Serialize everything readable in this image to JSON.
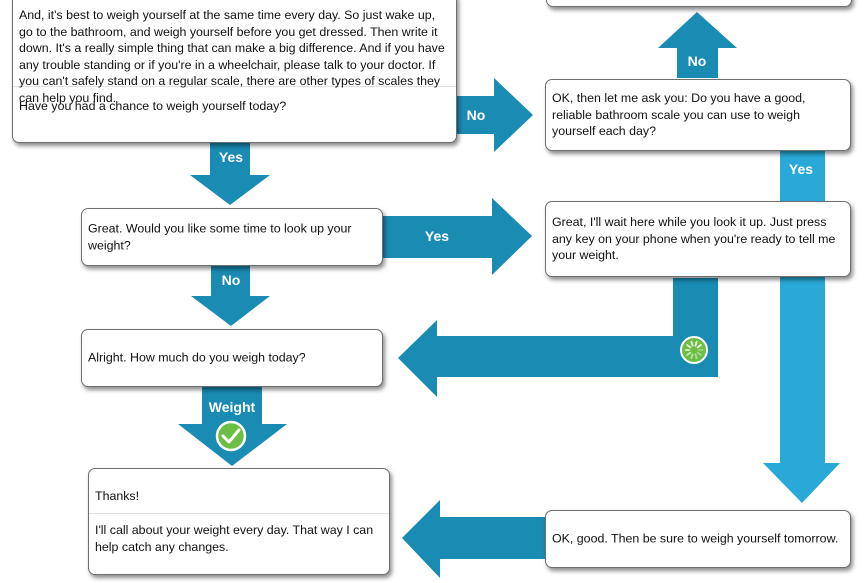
{
  "colors": {
    "arrow": "#1a8bb3",
    "arrow_light": "#29a9d8",
    "box_border": "#6f6f6f",
    "check_badge": "#6cbe45"
  },
  "boxes": {
    "intro_text": "And, it's best to weigh yourself at the same time every day. So just wake up, go to the bathroom, and weigh yourself before you get dressed. Then write it down. It's a really simple thing that can make a big difference. And if you have any trouble standing or if you're in a wheelchair, please talk to your doctor. If you can't safely stand on a regular scale, there are other types of scales they can help you find.",
    "intro_question": "Have you had a chance to weigh yourself today?",
    "scale_question": "OK, then let me ask you: Do you have a good, reliable bathroom scale you can use to weigh yourself each day?",
    "lookup_question": "Great. Would you like some time to look up your weight?",
    "wait_message": "Great, I'll wait here while you look it up. Just press any key on your phone when you're ready to tell me your weight.",
    "weight_question": "Alright. How much do you weigh today?",
    "thanks": "Thanks!",
    "daily_call": "I'll call about your weight every day. That way I can help catch any changes.",
    "tomorrow": "OK, good. Then be sure to weigh yourself tomorrow."
  },
  "arrows": {
    "intro_no": "No",
    "intro_yes": "Yes",
    "scale_no": "No",
    "scale_yes": "Yes",
    "lookup_yes": "Yes",
    "lookup_no": "No",
    "weight": "Weight"
  },
  "icons": {
    "checkmark": "check-circle-icon",
    "waiting": "spinner-icon"
  }
}
